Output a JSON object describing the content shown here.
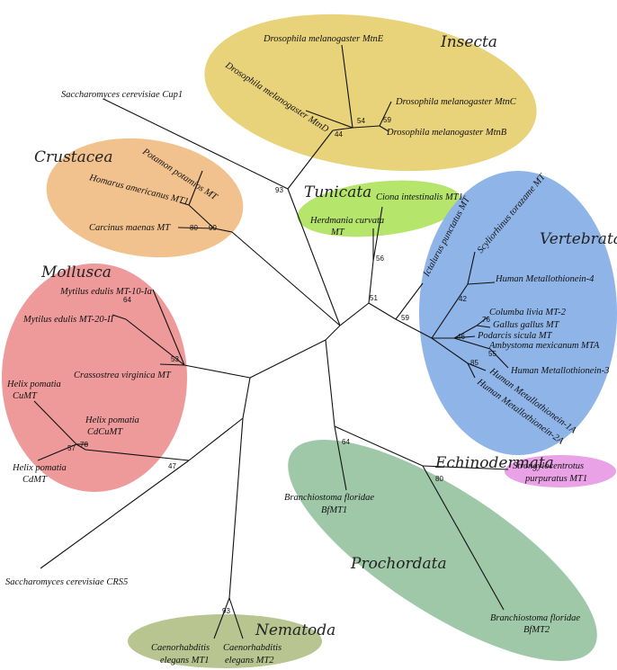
{
  "clades": [
    {
      "id": "insecta",
      "label": "Insecta",
      "color": "#e8d27a"
    },
    {
      "id": "crustacea",
      "label": "Crustacea",
      "color": "#f1c28d"
    },
    {
      "id": "tunicata",
      "label": "Tunicata",
      "color": "#b5e56a"
    },
    {
      "id": "vertebrata",
      "label": "Vertebrata",
      "color": "#8fb4e8"
    },
    {
      "id": "mollusca",
      "label": "Mollusca",
      "color": "#ee9a9a"
    },
    {
      "id": "echinodermata",
      "label": "Echinodermata",
      "color": "#e9a2e6"
    },
    {
      "id": "prochordata",
      "label": "Prochordata",
      "color": "#9ec8a8"
    },
    {
      "id": "nematoda",
      "label": "Nematoda",
      "color": "#b9c590"
    }
  ],
  "leaves": {
    "mtne": "Drosophila melanogaster MtnE",
    "mtnd": "Drosophila melanogaster MtnD",
    "mtnc": "Drosophila melanogaster MtnC",
    "mtnb": "Drosophila melanogaster MtnB",
    "cup1": "Saccharomyces cerevisiae Cup1",
    "potamon": "Potamon potamios MT",
    "homarus": "Homarus americanus MT1",
    "carcinus": "Carcinus maenas MT",
    "herdmania_1": "Herdmania curvata",
    "herdmania_2": "MT",
    "ciona": "Ciona intestinalis MT1",
    "ictalurus": "Ictalurus punctatus MT",
    "scyliorhinus": "Scyliorhinus torazame MT",
    "hmt4": "Human Metallothionein-4",
    "columba": "Columba livia MT-2",
    "gallus": "Gallus gallus MT",
    "podarcis": "Podarcis sicula MT",
    "ambystoma": "Ambystoma mexicanum MTA",
    "hmt3": "Human Metallothionein-3",
    "hmt1a": "Human Metallothionein-1A",
    "hmt2a": "Human Metallothionein-2A",
    "mytilus10": "Mytilus edulis MT-10-Ia",
    "mytilus20": "Mytilus edulis MT-20-II",
    "crassostrea": "Crassostrea virginica MT",
    "helix_cu_1": "Helix pomatia",
    "helix_cu_2": "CuMT",
    "helix_cdcu_1": "Helix pomatia",
    "helix_cdcu_2": "CdCuMT",
    "helix_cd_1": "Helix pomatia",
    "helix_cd_2": "CdMT",
    "crs5": "Saccharomyces cerevisiae CRS5",
    "strongylo_1": "Strongylocentrotus",
    "strongylo_2": "purpuratus MT1",
    "bfmt1_1": "Branchiostoma floridae",
    "bfmt1_2": "BfMT1",
    "bfmt2_1": "Branchiostoma floridae",
    "bfmt2_2": "BfMT2",
    "cel1_1": "Caenorhabditis",
    "cel1_2": "elegans MT1",
    "cel2_1": "Caenorhabditis",
    "cel2_2": "elegans MT2"
  },
  "bootstrap": {
    "b44": "44",
    "b54": "54",
    "b59": "59",
    "b93": "93",
    "b80": "80",
    "b99": "99",
    "b56": "56",
    "b51": "51",
    "b59b": "59",
    "b42": "42",
    "b76": "76",
    "b46": "46",
    "b55": "55",
    "b85": "85",
    "b64": "64",
    "b53": "53",
    "b78": "78",
    "b57": "57",
    "b47": "47",
    "b64b": "64",
    "b80b": "80",
    "b93b": "93"
  }
}
